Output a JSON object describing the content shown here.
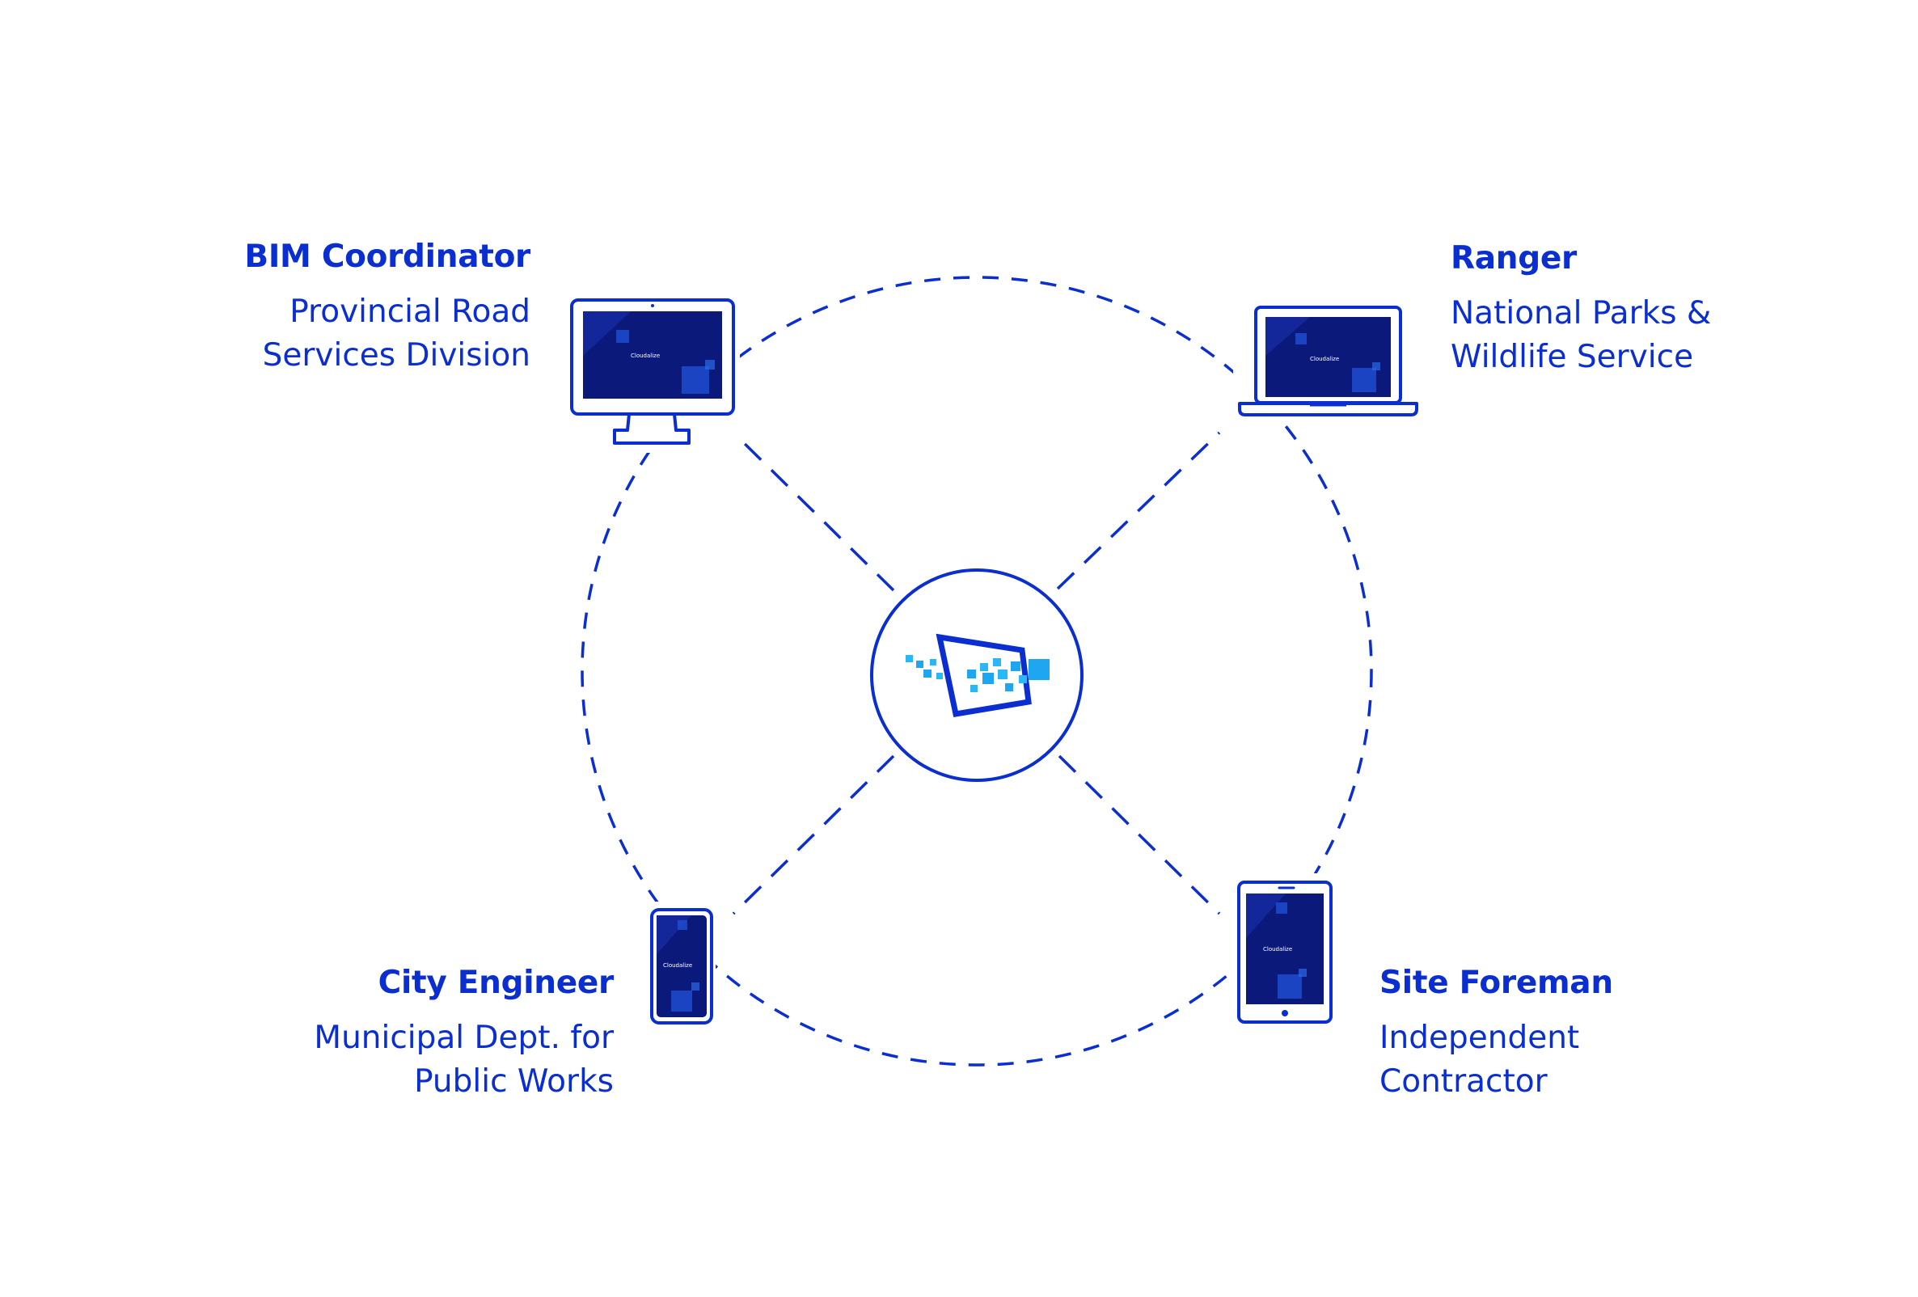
{
  "colors": {
    "primary": "#0a2ed0",
    "screen": "#0b1a7a",
    "screen_accent": "#1f4fd6",
    "hub_square_dark": "#1ea7f0",
    "hub_square_light": "#29b8f5"
  },
  "brand": {
    "name": "Cloudalize"
  },
  "users": {
    "bim": {
      "role": "BIM Coordinator",
      "org_line1": "Provincial Road",
      "org_line2": "Services Division",
      "device": "desktop-monitor"
    },
    "ranger": {
      "role": "Ranger",
      "org_line1": "National Parks &",
      "org_line2": "Wildlife Service",
      "device": "laptop"
    },
    "city": {
      "role": "City Engineer",
      "org_line1": "Municipal Dept. for",
      "org_line2": "Public Works",
      "device": "smartphone"
    },
    "site": {
      "role": "Site Foreman",
      "org_line1": "Independent",
      "org_line2": "Contractor",
      "device": "tablet"
    }
  }
}
